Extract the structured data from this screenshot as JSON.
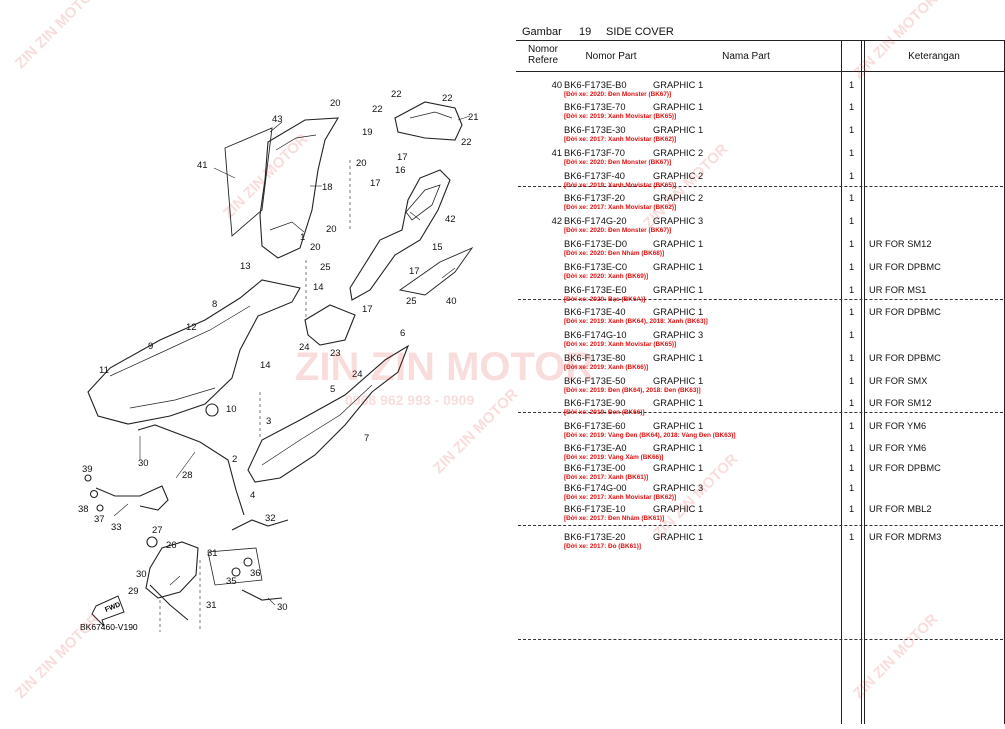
{
  "header": {
    "gambar_label": "Gambar",
    "gambar_number": "19",
    "title": "SIDE COVER"
  },
  "columns": {
    "ref": "Nomor Refere",
    "part_no": "Nomor Part",
    "name": "Nama Part",
    "qty": "",
    "note": "Keterangan"
  },
  "rows": [
    {
      "ref": "40",
      "part": "BK6-F173E-B0",
      "name": "GRAPHIC 1",
      "qty": "1",
      "remark": "",
      "note": "[Đời xe: 2020: Đen Monster (BK67)]"
    },
    {
      "ref": "",
      "part": "BK6-F173E-70",
      "name": "GRAPHIC 1",
      "qty": "1",
      "remark": "",
      "note": "[Đời xe: 2019: Xanh Movistar (BK65)]"
    },
    {
      "ref": "",
      "part": "BK6-F173E-30",
      "name": "GRAPHIC 1",
      "qty": "1",
      "remark": "",
      "note": "[Đời xe: 2017: Xanh Movistar (BK62)]"
    },
    {
      "ref": "41",
      "part": "BK6-F173F-70",
      "name": "GRAPHIC 2",
      "qty": "1",
      "remark": "",
      "note": "[Đời xe: 2020: Đen Monster (BK67)]"
    },
    {
      "ref": "",
      "part": "BK6-F173F-40",
      "name": "GRAPHIC 2",
      "qty": "1",
      "remark": "",
      "note": "[Đời xe: 2019: Xanh Movistar (BK65)]"
    },
    {
      "ref": "",
      "part": "BK6-F173F-20",
      "name": "GRAPHIC 2",
      "qty": "1",
      "remark": "",
      "note": "[Đời xe: 2017: Xanh Movistar (BK62)]"
    },
    {
      "ref": "42",
      "part": "BK6-F174G-20",
      "name": "GRAPHIC 3",
      "qty": "1",
      "remark": "",
      "note": "[Đời xe: 2020: Đen Monster (BK67)]"
    },
    {
      "ref": "",
      "part": "BK6-F173E-D0",
      "name": "GRAPHIC 1",
      "qty": "1",
      "remark": "UR FOR SM12",
      "note": "[Đời xe: 2020: Đen Nhám (BK68)]"
    },
    {
      "ref": "",
      "part": "BK6-F173E-C0",
      "name": "GRAPHIC 1",
      "qty": "1",
      "remark": "UR FOR DPBMC",
      "note": "[Đời xe: 2020: Xanh (BK69)]"
    },
    {
      "ref": "",
      "part": "BK6-F173E-E0",
      "name": "GRAPHIC 1",
      "qty": "1",
      "remark": "UR FOR MS1",
      "note": "[Đời xe: 2020: Bạc (BK6A)]"
    },
    {
      "ref": "",
      "part": "BK6-F173E-40",
      "name": "GRAPHIC 1",
      "qty": "1",
      "remark": "UR FOR DPBMC",
      "note": "[Đời xe: 2019: Xanh (BK64), 2018: Xanh (BK63)]"
    },
    {
      "ref": "",
      "part": "BK6-F174G-10",
      "name": "GRAPHIC 3",
      "qty": "1",
      "remark": "",
      "note": "[Đời xe: 2019: Xanh Movistar (BK65)]"
    },
    {
      "ref": "",
      "part": "BK6-F173E-80",
      "name": "GRAPHIC 1",
      "qty": "1",
      "remark": "UR FOR DPBMC",
      "note": "[Đời xe: 2019: Xanh (BK66)]"
    },
    {
      "ref": "",
      "part": "BK6-F173E-50",
      "name": "GRAPHIC 1",
      "qty": "1",
      "remark": "UR FOR SMX",
      "note": "[Đời xe: 2019: Đen (BK64), 2018: Đen (BK63)]"
    },
    {
      "ref": "",
      "part": "BK6-F173E-90",
      "name": "GRAPHIC 1",
      "qty": "1",
      "remark": "UR FOR SM12",
      "note": "[Đời xe: 2019: Đen (BK66)]"
    },
    {
      "ref": "",
      "part": "BK6-F173E-60",
      "name": "GRAPHIC 1",
      "qty": "1",
      "remark": "UR FOR YM6",
      "note": "[Đời xe: 2019: Vàng Đen (BK64), 2018: Vàng Đen (BK63)]"
    },
    {
      "ref": "",
      "part": "BK6-F173E-A0",
      "name": "GRAPHIC 1",
      "qty": "1",
      "remark": "UR FOR YM6",
      "note": "[Đời xe: 2019: Vàng Xám (BK66)]"
    },
    {
      "ref": "",
      "part": "BK6-F173E-00",
      "name": "GRAPHIC 1",
      "qty": "1",
      "remark": "UR FOR DPBMC",
      "note": "[Đời xe: 2017: Xanh (BK61)]"
    },
    {
      "ref": "",
      "part": "BK6-F174G-00",
      "name": "GRAPHIC 3",
      "qty": "1",
      "remark": "",
      "note": "[Đời xe: 2017: Xanh Movistar (BK62)]"
    },
    {
      "ref": "",
      "part": "BK6-F173E-10",
      "name": "GRAPHIC 1",
      "qty": "1",
      "remark": "UR FOR MBL2",
      "note": "[Đời xe: 2017: Đen Nhám (BK61)]"
    },
    {
      "ref": "",
      "part": "BK6-F173E-20",
      "name": "GRAPHIC 1",
      "qty": "1",
      "remark": "UR FOR MDRM3",
      "note": "[Đời xe: 2017: Đỏ (BK61)]"
    }
  ],
  "diagram": {
    "code": "BK67460-V190",
    "fwd": "FWD",
    "callouts": [
      "1",
      "2",
      "3",
      "4",
      "5",
      "6",
      "7",
      "8",
      "9",
      "10",
      "11",
      "12",
      "13",
      "14",
      "15",
      "16",
      "17",
      "18",
      "19",
      "20",
      "21",
      "22",
      "23",
      "24",
      "25",
      "26",
      "27",
      "28",
      "29",
      "30",
      "31",
      "32",
      "33",
      "35",
      "36",
      "37",
      "38",
      "39",
      "40",
      "41",
      "42",
      "43"
    ]
  },
  "watermark": {
    "brand": "ZIN ZIN MOTOR",
    "phone": "0968 962 993 - 0909"
  },
  "colors": {
    "note_red": "#d11111",
    "watermark_red": "#dc2828"
  }
}
